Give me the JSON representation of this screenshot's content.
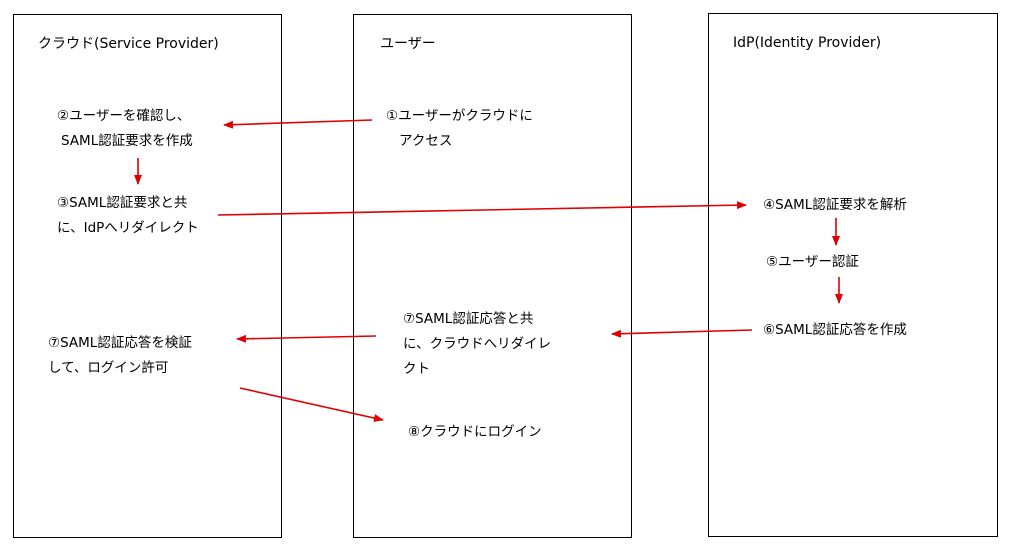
{
  "colors": {
    "border": "#000000",
    "arrow": "#e00000",
    "text": "#000000",
    "background": "#ffffff"
  },
  "lanes": {
    "cloud": {
      "title": "クラウド(Service Provider)"
    },
    "user": {
      "title": "ユーザー"
    },
    "idp": {
      "title": "IdP(Identity Provider)"
    }
  },
  "steps": {
    "s1": {
      "lines": [
        "①ユーザーがクラウドに",
        "アクセス"
      ]
    },
    "s2": {
      "lines": [
        "②ユーザーを確認し、",
        "SAML認証要求を作成"
      ]
    },
    "s3": {
      "lines": [
        "③SAML認証要求と共",
        "に、IdPへリダイレクト"
      ]
    },
    "s4": {
      "lines": [
        "④SAML認証要求を解析"
      ]
    },
    "s5": {
      "lines": [
        "⑤ユーザー認証"
      ]
    },
    "s6": {
      "lines": [
        "⑥SAML認証応答を作成"
      ]
    },
    "s7_user": {
      "lines": [
        "⑦SAML認証応答と共",
        "に、クラウドへリダイレ",
        "クト"
      ]
    },
    "s7_cloud": {
      "lines": [
        "⑦SAML認証応答を検証",
        "して、ログイン許可"
      ]
    },
    "s8": {
      "lines": [
        "⑧クラウドにログイン"
      ]
    }
  }
}
